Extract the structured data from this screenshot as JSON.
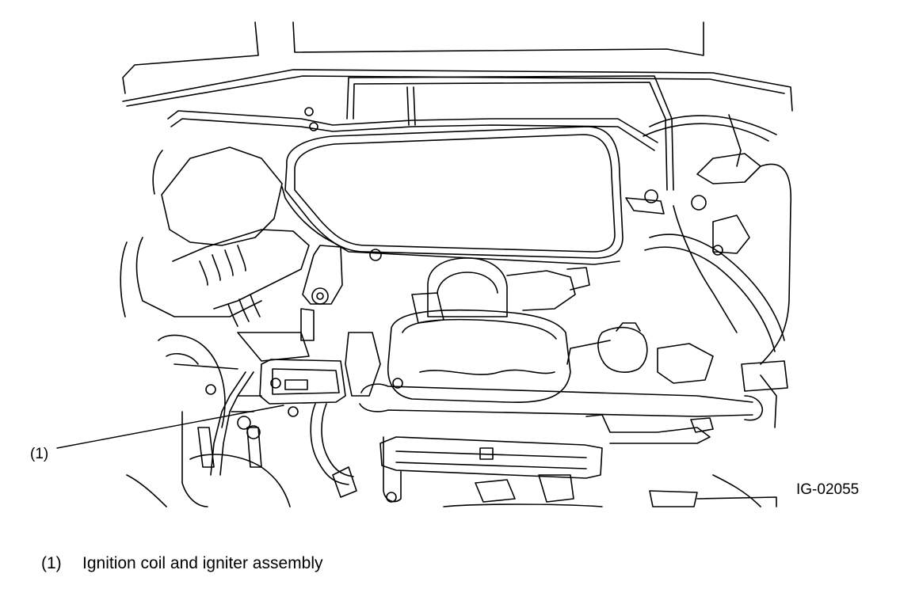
{
  "figure": {
    "figure_id": "IG-02055",
    "callouts": [
      {
        "number": "(1)"
      }
    ]
  },
  "legend": {
    "items": [
      {
        "number": "(1)",
        "text": "Ignition coil and igniter assembly"
      }
    ]
  },
  "colors": {
    "line": "#000000",
    "background": "#ffffff"
  }
}
